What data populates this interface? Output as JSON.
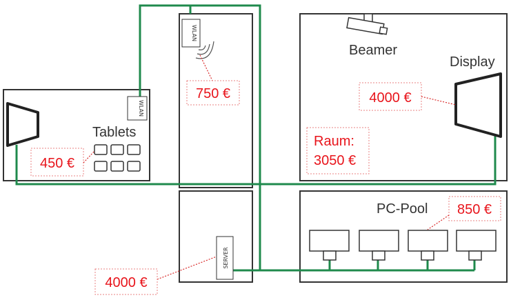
{
  "labels": {
    "tablets": "Tablets",
    "beamer": "Beamer",
    "display": "Display",
    "pc_pool": "PC-Pool",
    "wlan_room_tablets": "WLAN",
    "wlan_room_ap": "WLAN",
    "server": "SERVER"
  },
  "prices": {
    "tablets": "450 €",
    "wlan": "750 €",
    "display": "4000 €",
    "raum_line1": "Raum:",
    "raum_line2": "3050 €",
    "pc_pool": "850 €",
    "server": "4000 €"
  },
  "colors": {
    "network_cable": "#1f8a4c",
    "price_text": "#e8141b",
    "price_border": "#e88080",
    "room_outline": "#333333"
  }
}
